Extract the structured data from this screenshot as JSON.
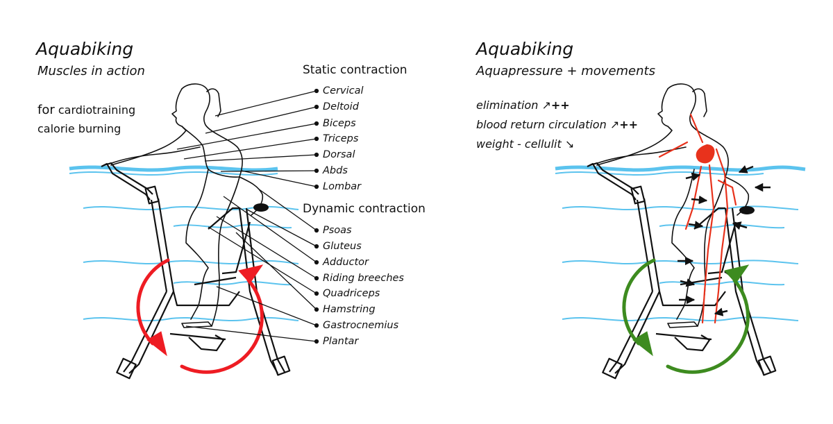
{
  "left": {
    "title": "Aquabiking",
    "subtitle": "Muscles in action",
    "goal_prefix": "for",
    "goal_line1": "cardiotraining",
    "goal_line2": "calorie burning",
    "static_heading": "Static contraction",
    "static_muscles": [
      "Cervical",
      "Deltoid",
      "Biceps",
      "Triceps",
      "Dorsal",
      "Abds",
      "Lombar"
    ],
    "dynamic_heading": "Dynamic contraction",
    "dynamic_muscles": [
      "Psoas",
      "Gluteus",
      "Adductor",
      "Riding breeches",
      "Quadriceps",
      "Hamstring",
      "Gastrocnemius",
      "Plantar"
    ],
    "pedal_arrow_color": "#ee1c23"
  },
  "right": {
    "title": "Aquabiking",
    "subtitle": "Aquapressure + movements",
    "effects": [
      {
        "text": "elimination",
        "arrow": "↗",
        "sign": "++"
      },
      {
        "text": "blood return circulation",
        "arrow": "↗",
        "sign": "++"
      },
      {
        "text": "weight - cellulit",
        "arrow": "↘",
        "sign": ""
      }
    ],
    "pedal_arrow_color": "#3d8b1f",
    "circulation_color": "#e8321c"
  },
  "water_color": "#5bc3ee"
}
